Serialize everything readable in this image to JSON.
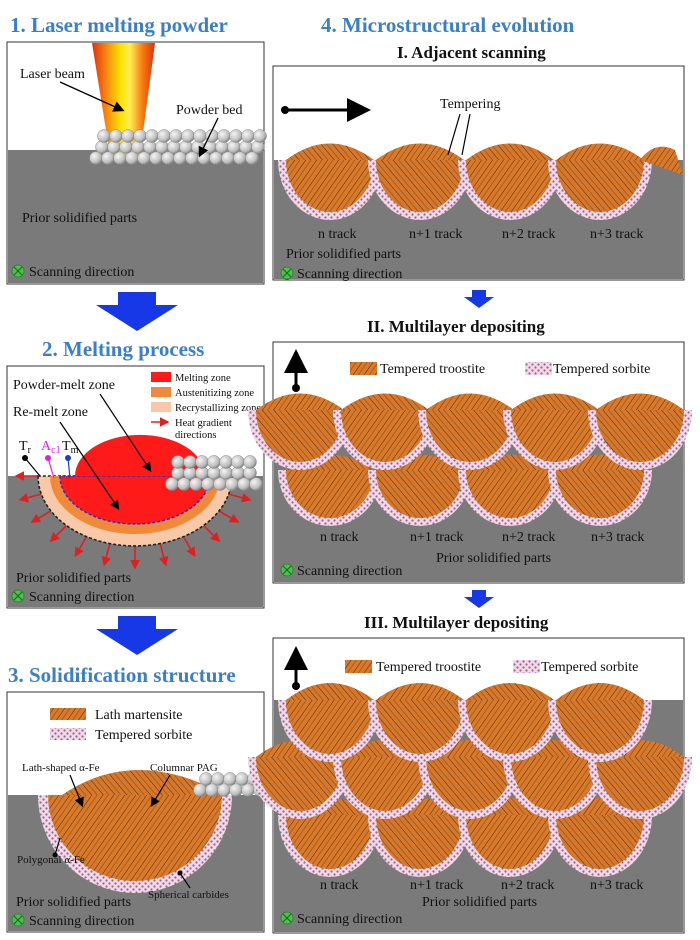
{
  "panel1": {
    "title": "1. Laser melting powder",
    "laser_beam": "Laser beam",
    "powder_bed": "Powder bed",
    "prior": "Prior solidified parts",
    "scan": "Scanning direction"
  },
  "panel2": {
    "title": "2. Melting process",
    "powder_melt_zone": "Powder-melt zone",
    "remelt_zone": "Re-melt zone",
    "legend": [
      "Melting zone",
      "Austenitizing zone",
      "Recrystallizing zone",
      "Heat gradient",
      "directions"
    ],
    "tr": "T",
    "tr_sub": "r",
    "ac": "A",
    "ac_sub": "c1",
    "tm": "T",
    "tm_sub": "m",
    "prior": "Prior solidified parts",
    "scan": "Scanning direction"
  },
  "panel3": {
    "title": "3. Solidification structure",
    "legend": [
      "Lath martensite",
      "Tempered sorbite"
    ],
    "lath_fe": "Lath-shaped α-Fe",
    "columnar": "Columnar PAG",
    "polygonal": "Polygonal α-Fe",
    "carbides": "Spherical carbides",
    "prior": "Prior solidified parts",
    "scan": "Scanning direction"
  },
  "panel4": {
    "title": "4. Microstructural evolution",
    "sub1": "I. Adjacent scanning",
    "tempering": "Tempering",
    "sub2": "II. Multilayer depositing",
    "sub3": "III. Multilayer depositing",
    "legend": [
      "Tempered troostite",
      "Tempered sorbite"
    ],
    "tracks": [
      "n track",
      "n+1 track",
      "n+2 track",
      "n+3 track"
    ],
    "prior": "Prior solidified parts",
    "scan": "Scanning direction"
  }
}
